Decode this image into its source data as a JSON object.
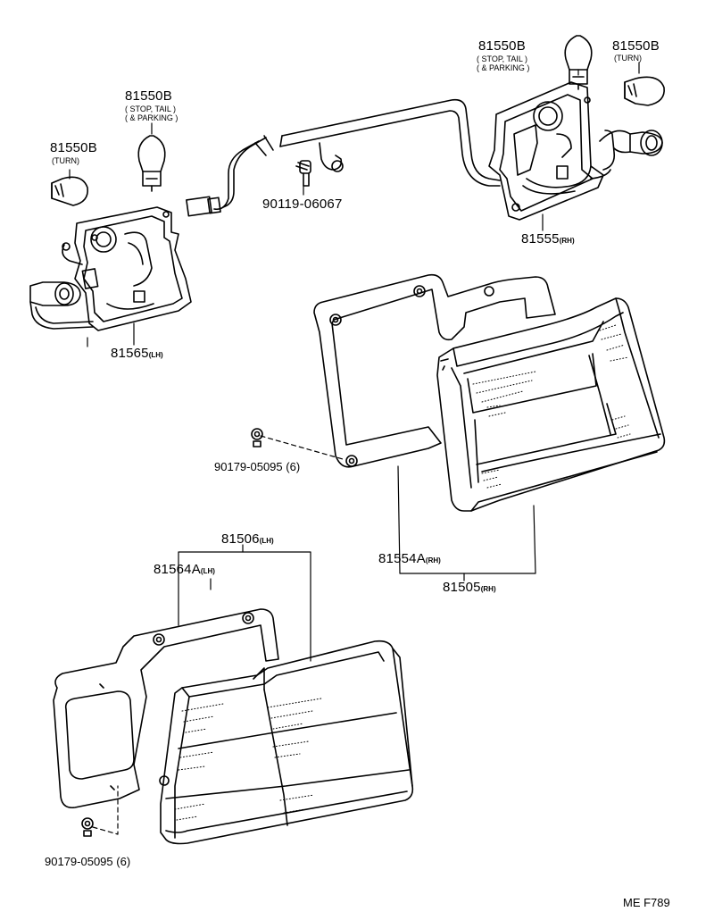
{
  "labels": {
    "bulb_turn_lh": {
      "part": "81550B",
      "note": "(TURN)"
    },
    "bulb_stop_lh": {
      "part": "81550B",
      "note_lines": [
        "( STOP, TAIL )",
        "( & PARKING )"
      ]
    },
    "bulb_stop_rh": {
      "part": "81550B",
      "note_lines": [
        "( STOP, TAIL )",
        "( & PARKING )"
      ]
    },
    "bulb_turn_rh": {
      "part": "81550B",
      "note": "(TURN)"
    },
    "screw": "90119-06067",
    "socket_rh": {
      "part": "81555",
      "side": "(RH)"
    },
    "socket_lh": {
      "part": "81565",
      "side": "(LH)"
    },
    "nut_upper": {
      "part": "90179-05095",
      "qty": "(6)"
    },
    "gasket_rh": {
      "part": "81554A",
      "side": "(RH)"
    },
    "lamp_rh": {
      "part": "81505",
      "side": "(RH)"
    },
    "lamp_lh": {
      "part": "81506",
      "side": "(LH)"
    },
    "gasket_lh": {
      "part": "81564A",
      "side": "(LH)"
    },
    "nut_lower": {
      "part": "90179-05095",
      "qty": "(6)"
    },
    "figure_code": "ME F789"
  }
}
